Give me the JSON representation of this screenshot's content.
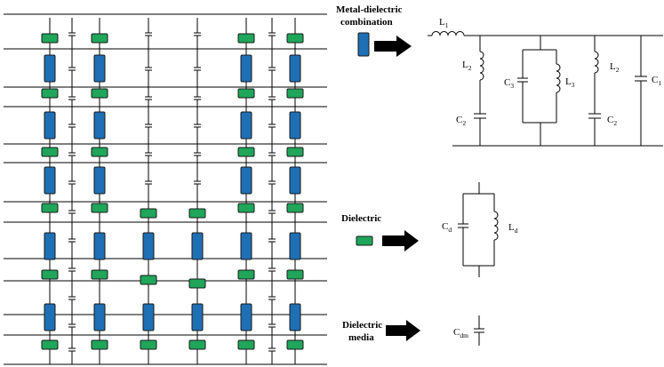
{
  "labels": {
    "metal_dielectric": [
      "Metal-dielectric",
      "combination"
    ],
    "dielectric": "Dielectric",
    "dielectric_media": [
      "Dielectric",
      "media"
    ]
  },
  "symbols": {
    "L1": {
      "base": "L",
      "sub": "1"
    },
    "L2a": {
      "base": "L",
      "sub": "2"
    },
    "C3": {
      "base": "C",
      "sub": "3"
    },
    "L3": {
      "base": "L",
      "sub": "3"
    },
    "L2b": {
      "base": "L",
      "sub": "2"
    },
    "C1": {
      "base": "C",
      "sub": "1"
    },
    "C2a": {
      "base": "C",
      "sub": "2"
    },
    "C2b": {
      "base": "C",
      "sub": "2"
    },
    "Cd": {
      "base": "C",
      "sub": "d"
    },
    "Ld": {
      "base": "L",
      "sub": "d"
    },
    "Cdm": {
      "base": "C",
      "sub": "dm"
    }
  },
  "colors": {
    "metal": "#1f6fb5",
    "dielectric": "#1fa65a",
    "outline": "#1a1a1a",
    "wire": "#000000"
  },
  "icons": {
    "arrow": "right-arrow-icon",
    "capacitor": "capacitor-icon",
    "inductor": "inductor-icon"
  }
}
